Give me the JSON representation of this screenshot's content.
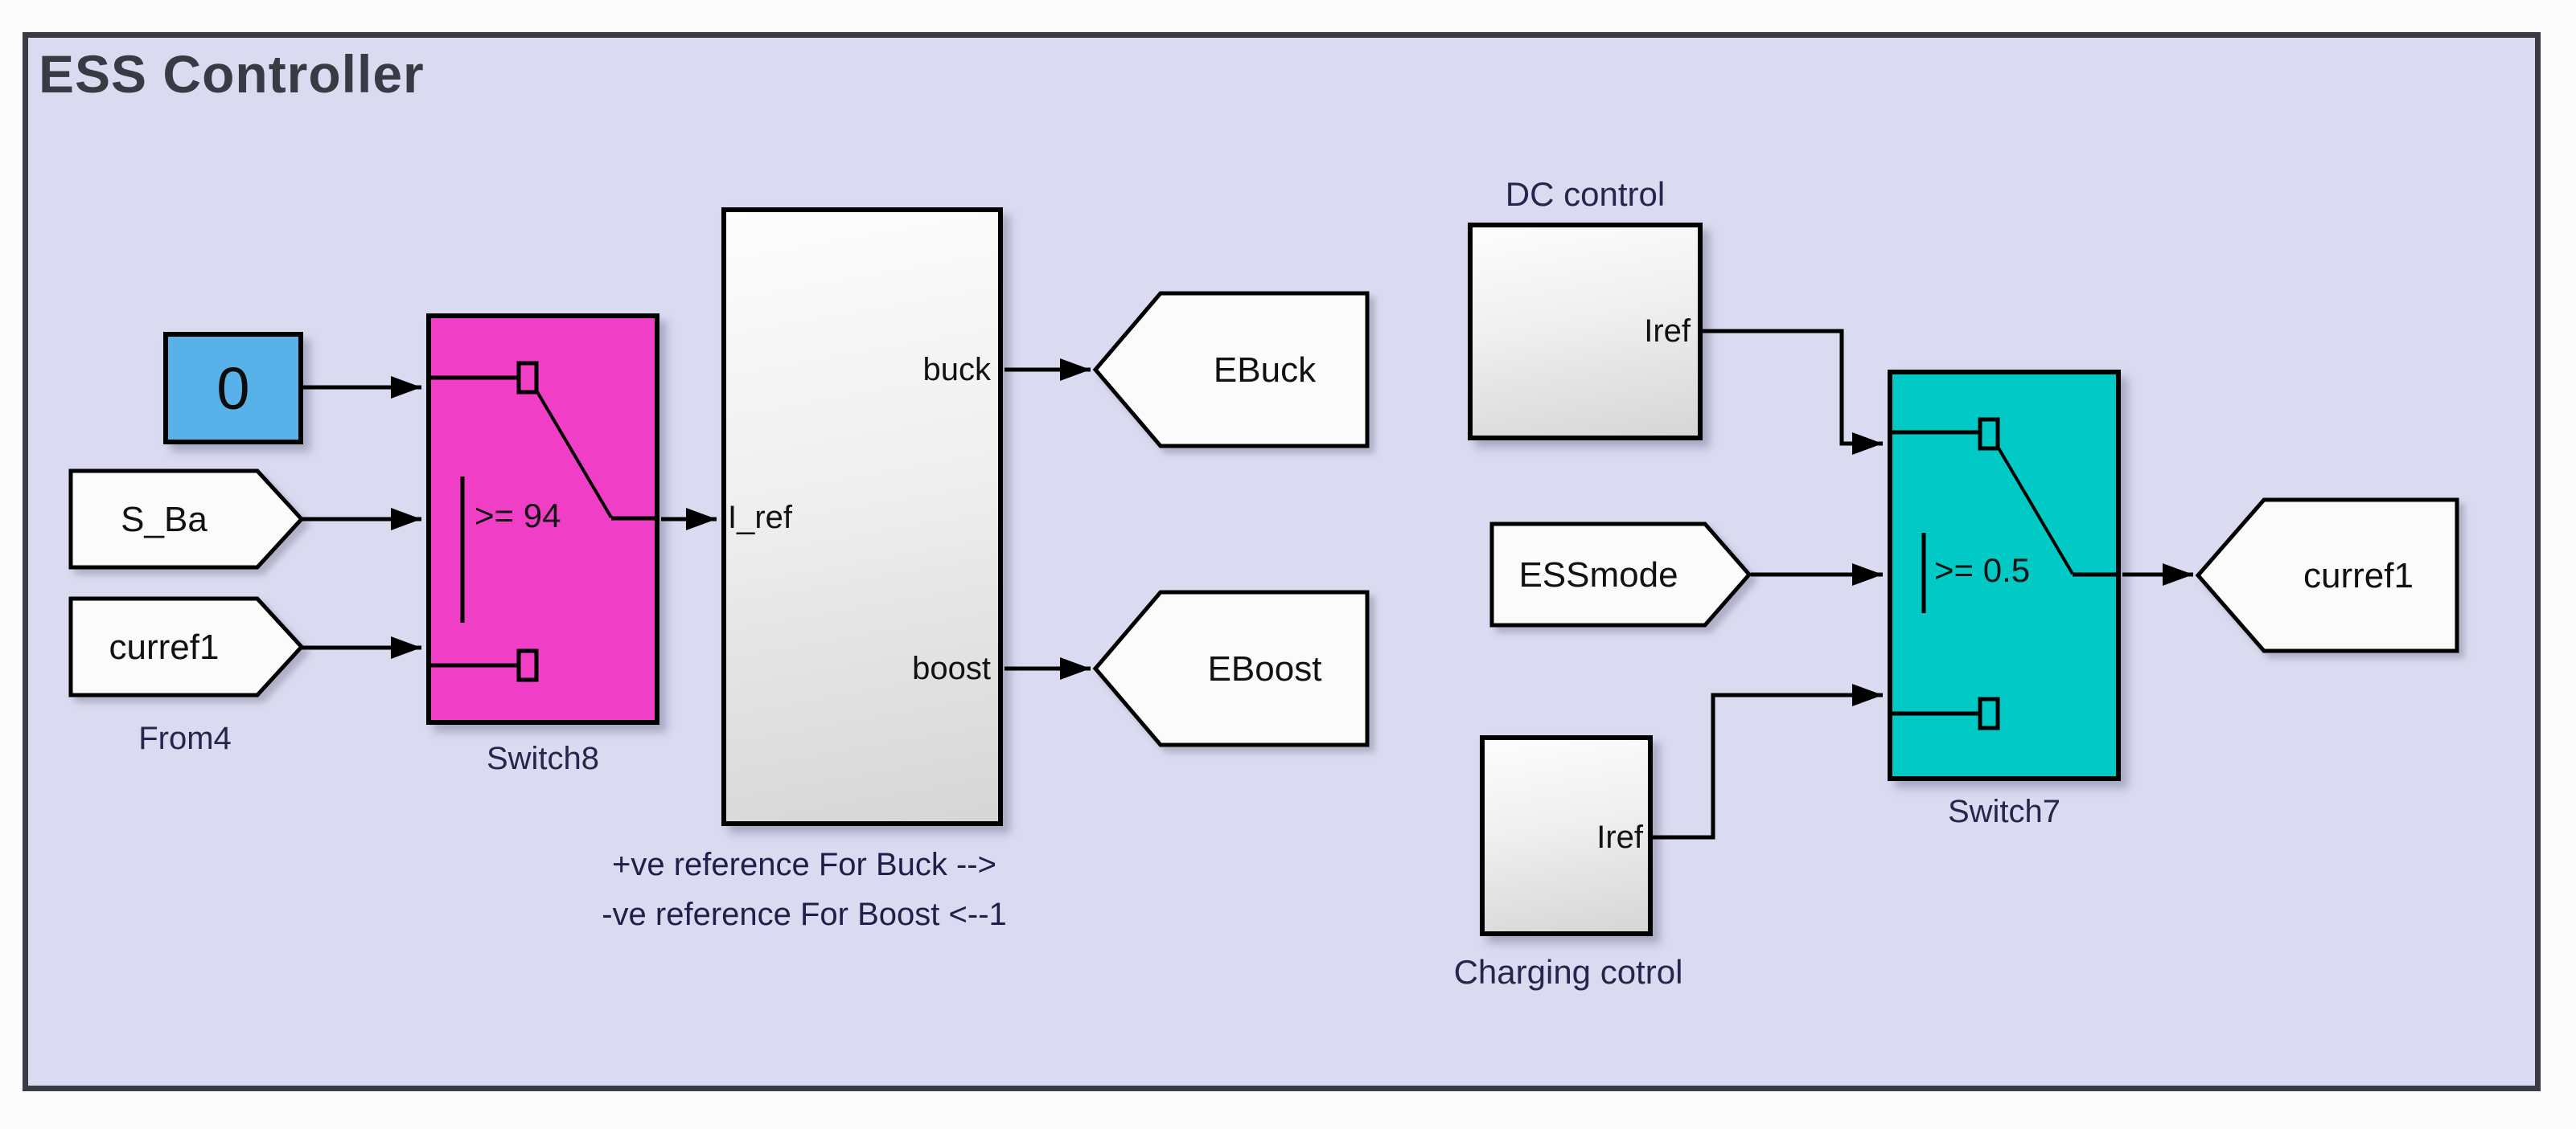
{
  "title": "ESS Controller",
  "colors": {
    "panel_fill": "#dadaf0",
    "panel_border": "#3b3b45",
    "switch8_fill": "#f13ec6",
    "switch7_fill": "#00c9c6",
    "constant_fill": "#58b2e9",
    "block_gradient_top": "#fdfdfd",
    "block_gradient_bottom": "#d6d6d6",
    "wire": "#000000",
    "block_name_label": "#26264d"
  },
  "constant": {
    "value": "0"
  },
  "from_tags": {
    "s_ba": "S_Ba",
    "curref1": "curref1",
    "essmode": "ESSmode"
  },
  "goto_tags": {
    "ebuck": "EBuck",
    "eboost": "EBoost",
    "curref1": "curref1"
  },
  "from4_label": "From4",
  "switch8": {
    "label": "Switch8",
    "threshold": ">= 94"
  },
  "switch7": {
    "label": "Switch7",
    "threshold": ">= 0.5"
  },
  "subsystem": {
    "port_in": "I_ref",
    "port_buck": "buck",
    "port_boost": "boost",
    "caption1": "+ve reference For Buck -->",
    "caption2": "-ve reference For Boost <--1"
  },
  "dc_control": {
    "label": "DC control",
    "port": "Iref"
  },
  "charging_control": {
    "label": "Charging cotrol",
    "port": "Iref"
  }
}
